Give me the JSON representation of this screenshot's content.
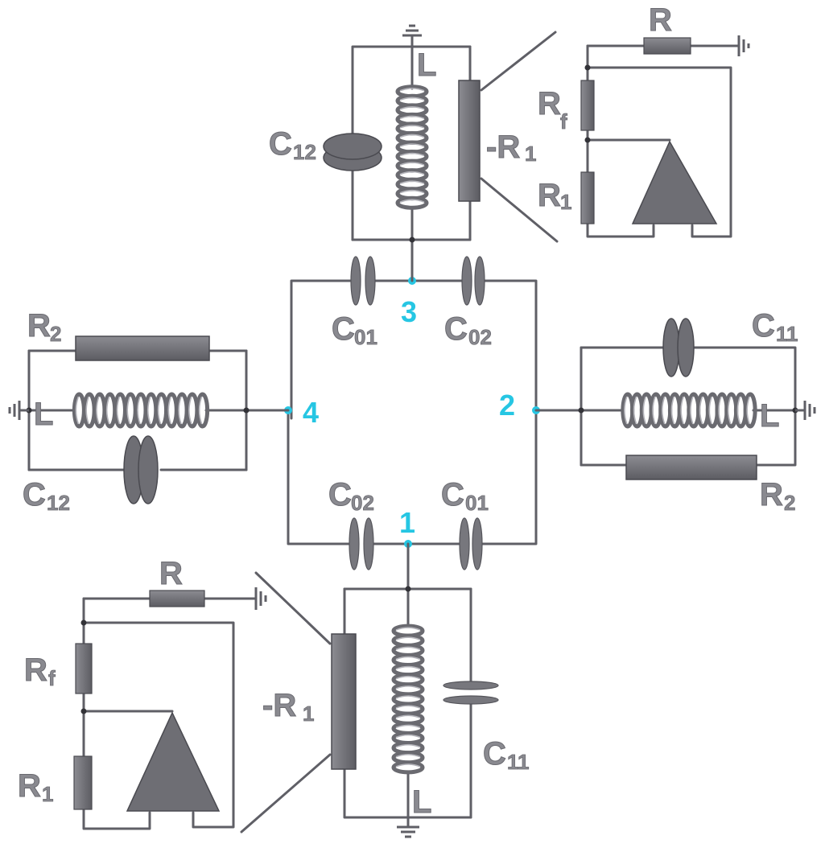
{
  "nodes": {
    "n1": "1",
    "n2": "2",
    "n3": "3",
    "n4": "4"
  },
  "labels": {
    "C01": "C",
    "C01_sub": "01",
    "C02": "C",
    "C02_sub": "02",
    "C11": "C",
    "C11_sub": "11",
    "C12": "C",
    "C12_sub": "12",
    "L": "L",
    "R": "R",
    "R1": "R",
    "R1_sub": "1",
    "negR1": "-R",
    "negR1_sub": "1",
    "R2": "R",
    "R2_sub": "2",
    "Rf": "R",
    "Rf_sub": "f"
  },
  "colors": {
    "node": "#26c6e3",
    "component": "#6e6e74",
    "wire": "#5f5f66"
  }
}
